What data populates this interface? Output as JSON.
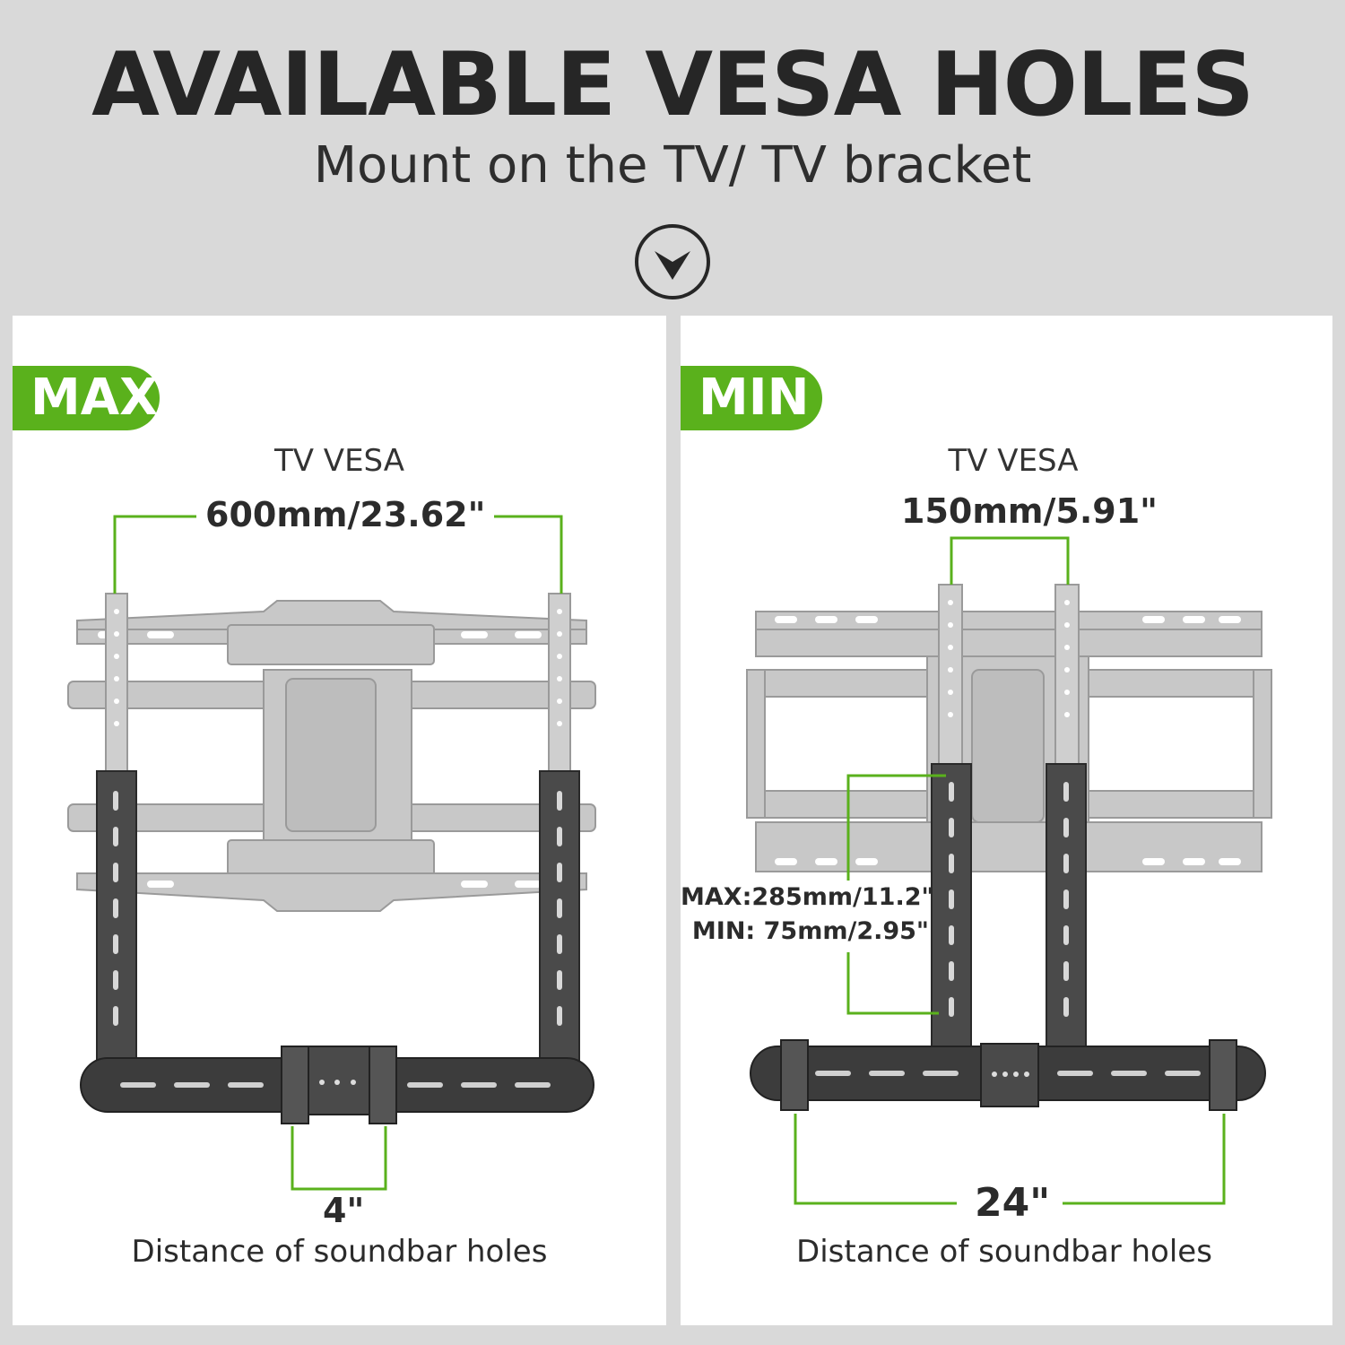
{
  "header": {
    "title": "AVAILABLE VESA HOLES",
    "subtitle": "Mount on the TV/ TV bracket",
    "icon": "chevron-down-circle-icon"
  },
  "colors": {
    "background": "#d9d9d9",
    "panel": "#ffffff",
    "accent_green": "#5ab11c",
    "text_dark": "#262626"
  },
  "panels": {
    "max": {
      "badge": "MAX",
      "vesa_caption": "TV VESA",
      "vesa_dimension": "600mm/23.62\"",
      "soundbar_dimension": "4\"",
      "caption": "Distance of soundbar holes"
    },
    "min": {
      "badge": "MIN",
      "vesa_caption": "TV VESA",
      "vesa_dimension": "150mm/5.91\"",
      "height_max": "MAX:285mm/11.2\"",
      "height_min": "MIN: 75mm/2.95\"",
      "soundbar_dimension": "24\"",
      "caption": "Distance of soundbar holes"
    }
  }
}
